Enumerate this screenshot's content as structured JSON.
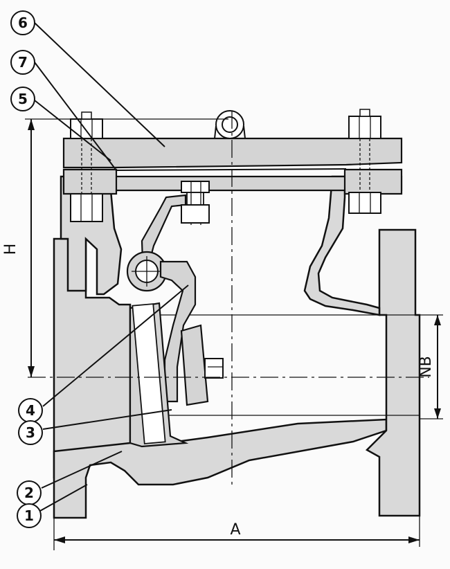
{
  "callouts": [
    {
      "id": "callout-6",
      "number": "6"
    },
    {
      "id": "callout-7",
      "number": "7"
    },
    {
      "id": "callout-5",
      "number": "5"
    },
    {
      "id": "callout-4",
      "number": "4"
    },
    {
      "id": "callout-3",
      "number": "3"
    },
    {
      "id": "callout-2",
      "number": "2"
    },
    {
      "id": "callout-1",
      "number": "1"
    }
  ],
  "dimensions": {
    "height_label": "H",
    "width_label": "A",
    "nominal_bore_label": "NB"
  }
}
